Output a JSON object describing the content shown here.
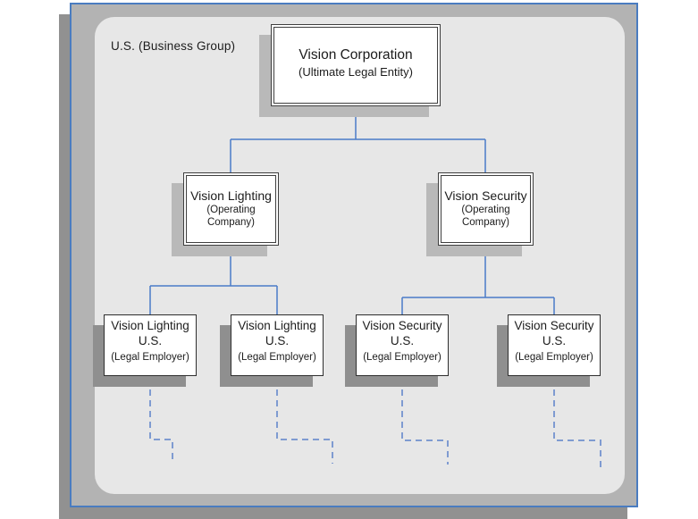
{
  "diagram": {
    "group_label": "U.S. (Business Group)",
    "root": {
      "title": "Vision Corporation",
      "subtitle": "(Ultimate Legal Entity)"
    },
    "operating_companies": [
      {
        "title": "Vision Lighting",
        "subtitle": "(Operating Company)"
      },
      {
        "title": "Vision Security",
        "subtitle": "(Operating Company)"
      }
    ],
    "legal_employers": [
      {
        "title": "Vision Lighting U.S.",
        "subtitle": "(Legal Employer)"
      },
      {
        "title": "Vision Lighting U.S.",
        "subtitle": "(Legal Employer)"
      },
      {
        "title": "Vision Security U.S.",
        "subtitle": "(Legal Employer)"
      },
      {
        "title": "Vision Security U.S.",
        "subtitle": "(Legal Employer)"
      }
    ],
    "colors": {
      "frame_border_blue": "#4a7cc0",
      "frame_fill_gray": "#b3b3b3",
      "panel_fill_gray": "#e7e7e7",
      "connector_blue": "#4a7cc8",
      "dashed_connector_blue": "#7f9bd1",
      "upper_box_shadow": "#b9b9b9",
      "lower_box_shadow": "#8f8f8f",
      "window_shadow": "#919191"
    }
  }
}
